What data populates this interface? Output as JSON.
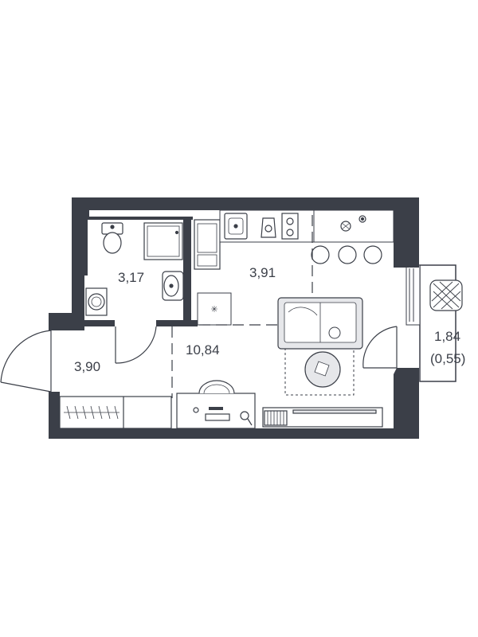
{
  "colors": {
    "wall": "#3b3f48",
    "line": "#555a63",
    "furniture_fill": "#e6e7ea",
    "background": "#ffffff"
  },
  "rooms": [
    {
      "id": "bathroom",
      "area": "3,17"
    },
    {
      "id": "kitchen",
      "area": "3,91"
    },
    {
      "id": "hall",
      "area": "3,90"
    },
    {
      "id": "living-room",
      "area": "10,84"
    },
    {
      "id": "balcony",
      "area": "1,84",
      "coefficient_area": "(0,55)"
    }
  ]
}
